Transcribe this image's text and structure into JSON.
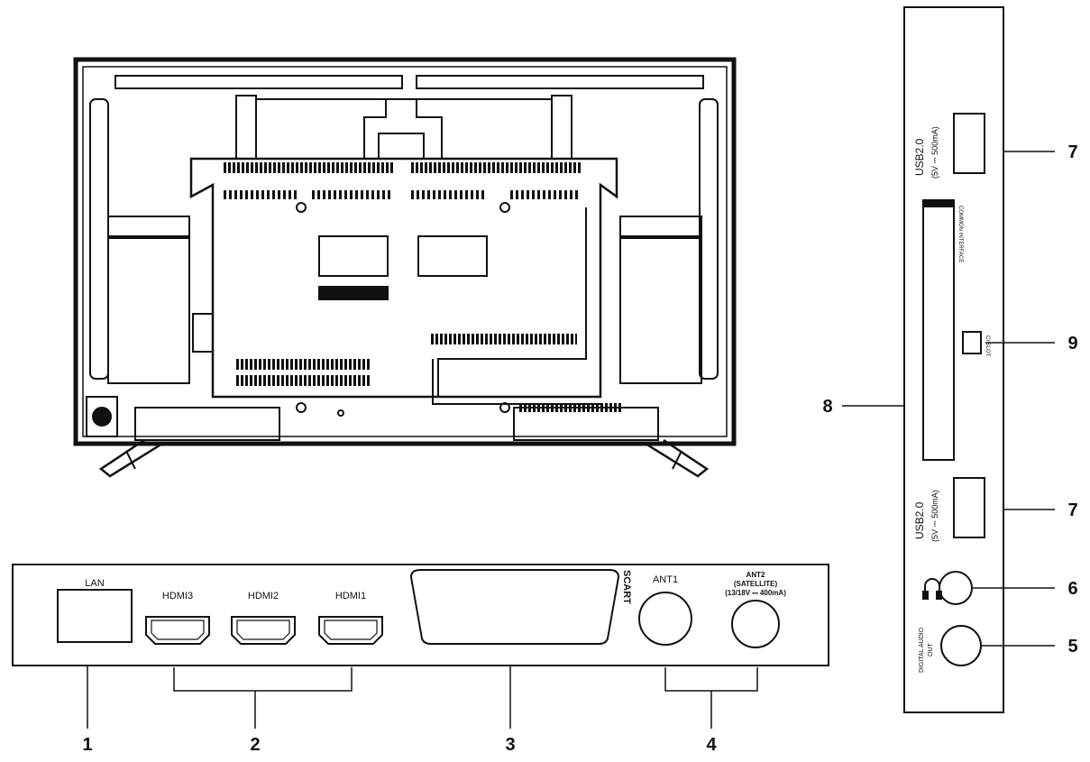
{
  "bottom_panel": {
    "lan": "LAN",
    "hdmi3": "HDMI3",
    "hdmi2": "HDMI2",
    "hdmi1": "HDMI1",
    "scart": "SCART",
    "ant1": "ANT1",
    "ant2_line1": "ANT2",
    "ant2_line2": "(SATELLITE)",
    "ant2_line3": "(13/18V ⎓ 400mA)"
  },
  "side_panel": {
    "usb_top_line1": "USB2.0",
    "usb_top_line2": "(5V ⎓ 500mA)",
    "ci_label": "COMMON INTERFACE",
    "ci_slot_label": "CI SLOT",
    "usb_bottom_line1": "USB2.0",
    "usb_bottom_line2": "(5V ⎓ 500mA)",
    "digital_audio_line1": "DIGITAL AUDIO",
    "digital_audio_line2": "OUT"
  },
  "callouts": {
    "n1": "1",
    "n2": "2",
    "n3": "3",
    "n4": "4",
    "n5": "5",
    "n6": "6",
    "n7_top": "7",
    "n7_bottom": "7",
    "n8": "8",
    "n9": "9"
  },
  "icons": {
    "headphone": "headphone-icon"
  }
}
